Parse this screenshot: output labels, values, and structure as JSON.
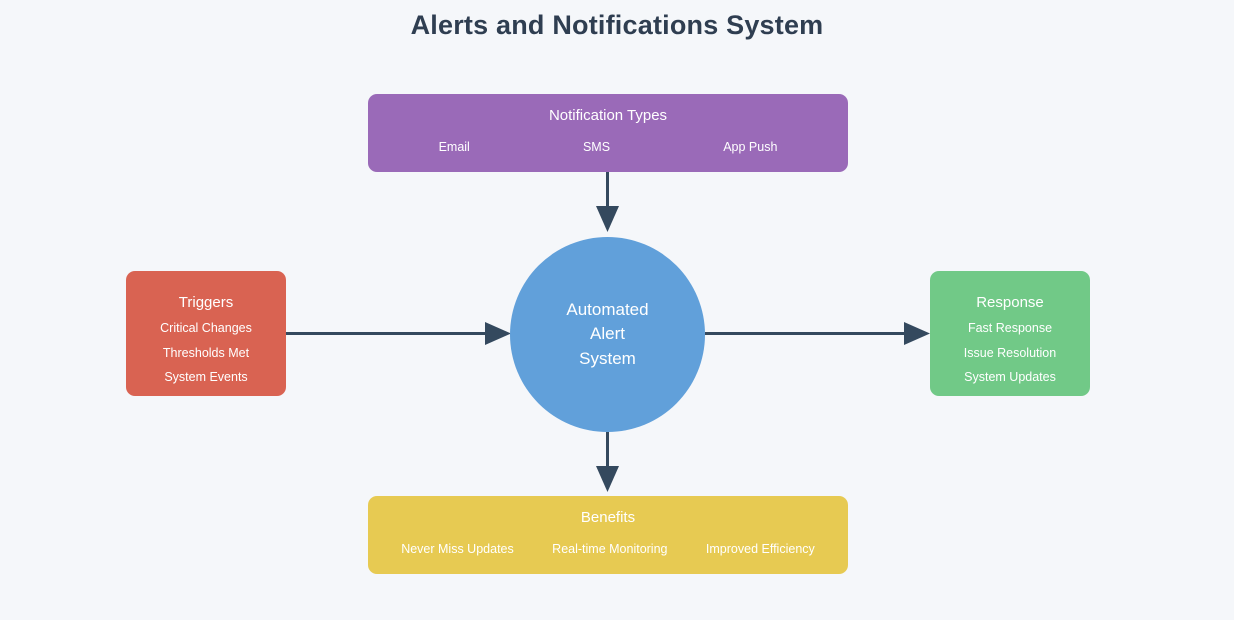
{
  "title": "Alerts and Notifications System",
  "colors": {
    "background": "#f5f7fa",
    "title_text": "#2f3e51",
    "notification_types": "#9a6ab8",
    "triggers": "#d96352",
    "central": "#61a0da",
    "response": "#71c987",
    "benefits": "#e7ca52",
    "connector": "#34495e"
  },
  "nodes": {
    "notification_types": {
      "heading": "Notification Types",
      "items": [
        "Email",
        "SMS",
        "App Push"
      ]
    },
    "triggers": {
      "heading": "Triggers",
      "items": [
        "Critical Changes",
        "Thresholds Met",
        "System Events"
      ]
    },
    "central": {
      "line1": "Automated",
      "line2": "Alert",
      "line3": "System"
    },
    "response": {
      "heading": "Response",
      "items": [
        "Fast Response",
        "Issue Resolution",
        "System Updates"
      ]
    },
    "benefits": {
      "heading": "Benefits",
      "items": [
        "Never Miss Updates",
        "Real-time Monitoring",
        "Improved Efficiency"
      ]
    }
  },
  "connectors": [
    {
      "name": "notification-types-to-central",
      "from": "notification_types",
      "to": "central",
      "direction": "down"
    },
    {
      "name": "triggers-to-central",
      "from": "triggers",
      "to": "central",
      "direction": "right"
    },
    {
      "name": "central-to-response",
      "from": "central",
      "to": "response",
      "direction": "right"
    },
    {
      "name": "central-to-benefits",
      "from": "central",
      "to": "benefits",
      "direction": "down"
    }
  ]
}
